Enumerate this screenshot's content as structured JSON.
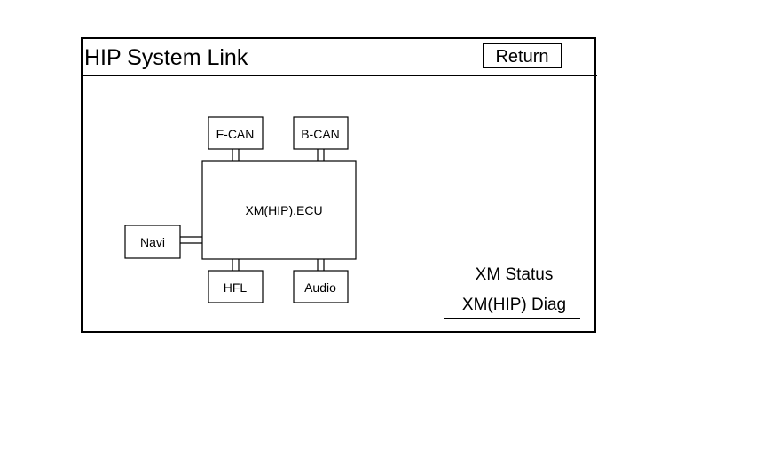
{
  "header": {
    "title": "HIP System Link",
    "return_label": "Return"
  },
  "diagram": {
    "ecu_label": "XM(HIP).ECU",
    "nodes": {
      "fcan": "F-CAN",
      "bcan": "B-CAN",
      "hfl": "HFL",
      "audio": "Audio",
      "navi": "Navi"
    }
  },
  "menu": {
    "xm_status": "XM Status",
    "xm_hip_diag": "XM(HIP) Diag"
  }
}
